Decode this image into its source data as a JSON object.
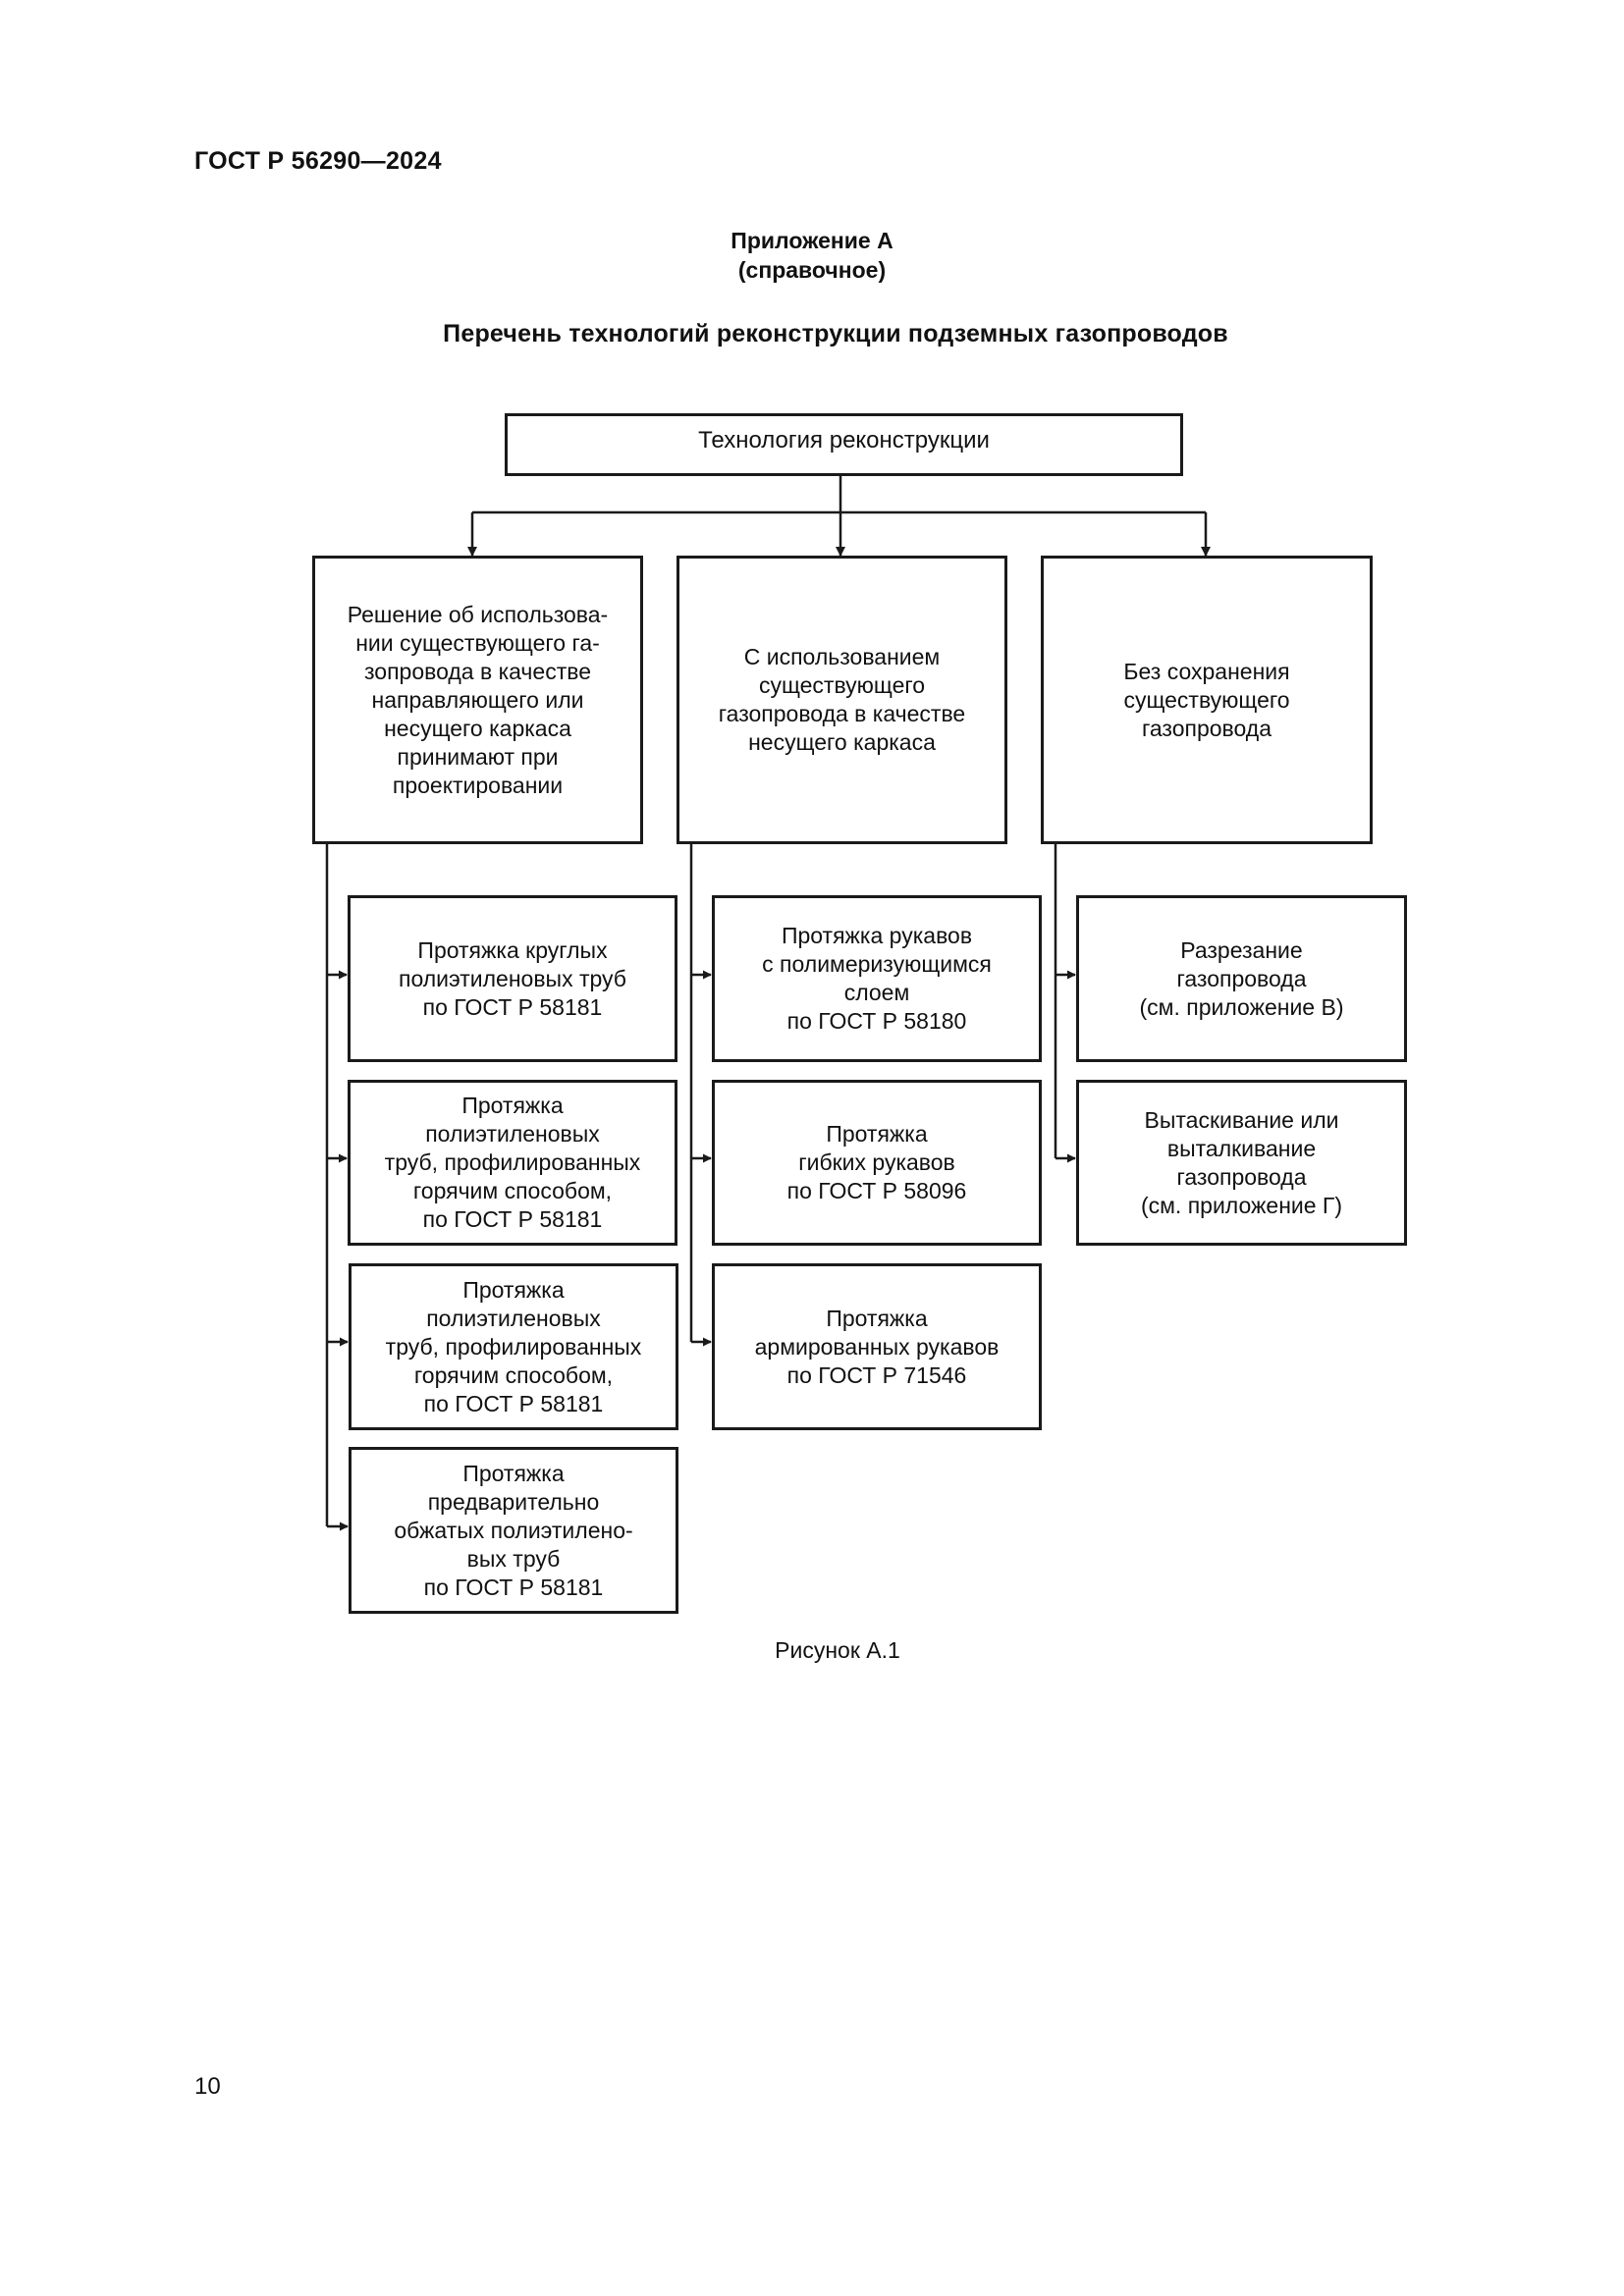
{
  "header": {
    "doc_code": "ГОСТ Р 56290—2024"
  },
  "appendix": {
    "title": "Приложение А",
    "kind": "(справочное)",
    "heading": "Перечень технологий реконструкции подземных газопроводов"
  },
  "diagram": {
    "root": "Технология реконструкции",
    "branches": [
      {
        "label": "Решение об использова-\nнии существующего га-\nзопровода в качестве\nнаправляющего или\nнесущего каркаса\nпринимают при\nпроектировании",
        "children": [
          "Протяжка круглых\nполиэтиленовых труб\nпо ГОСТ Р 58181",
          "Протяжка\nполиэтиленовых\nтруб, профилированных\nгорячим способом,\nпо ГОСТ Р 58181",
          "Протяжка\nполиэтиленовых\nтруб, профилированных\nгорячим способом,\nпо ГОСТ Р 58181",
          "Протяжка\nпредварительно\nобжатых полиэтилено-\nвых труб\nпо ГОСТ Р 58181"
        ]
      },
      {
        "label": "С использованием\nсуществующего\nгазопровода в качестве\nнесущего каркаса",
        "children": [
          "Протяжка рукавов\nс полимеризующимся\nслоем\nпо ГОСТ Р 58180",
          "Протяжка\nгибких рукавов\nпо ГОСТ Р 58096",
          "Протяжка\nармированных рукавов\nпо ГОСТ Р 71546"
        ]
      },
      {
        "label": "Без сохранения\nсуществующего\nгазопровода",
        "children": [
          "Разрезание\nгазопровода\n(см. приложение В)",
          "Вытаскивание или\nвыталкивание\nгазопровода\n(см. приложение Г)"
        ]
      }
    ]
  },
  "figure_caption": "Рисунок А.1",
  "page_number": "10"
}
